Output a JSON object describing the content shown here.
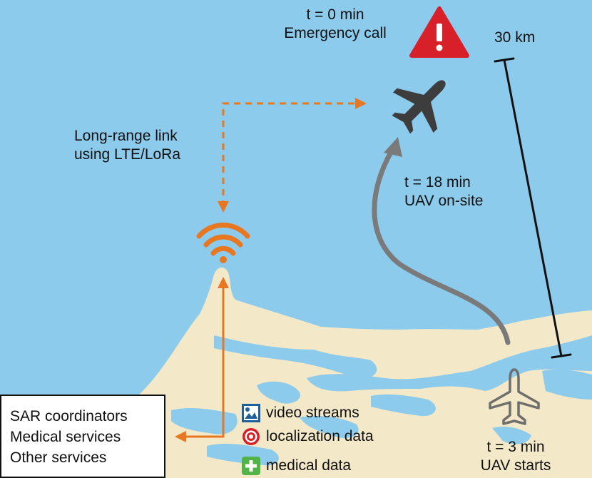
{
  "emergency": {
    "time": "t = 0 min",
    "text": "Emergency call",
    "icon": "warning-triangle-icon",
    "color": "#d8202a"
  },
  "on_site": {
    "time": "t = 18 min",
    "text": "UAV on-site",
    "icon": "airplane-icon"
  },
  "start": {
    "time": "t = 3 min",
    "text": "UAV starts",
    "icon": "airplane-outline-icon"
  },
  "link": {
    "line1": "Long-range link",
    "line2": "using LTE/LoRa",
    "icon": "wifi-icon",
    "color": "#e87722"
  },
  "scale": {
    "label": "30 km"
  },
  "services": [
    "SAR coordinators",
    "Medical services",
    "Other services"
  ],
  "legend": [
    {
      "icon": "image-icon",
      "label": "video streams",
      "color": "#1f5f99"
    },
    {
      "icon": "target-icon",
      "label": "localization data",
      "color": "#d8202a"
    },
    {
      "icon": "medical-cross-icon",
      "label": "medical data",
      "color": "#52b447"
    }
  ],
  "colors": {
    "sea": "#8ccbec",
    "land": "#f3e8c8",
    "link": "#e87722",
    "flight_path": "#7a7a7a"
  }
}
